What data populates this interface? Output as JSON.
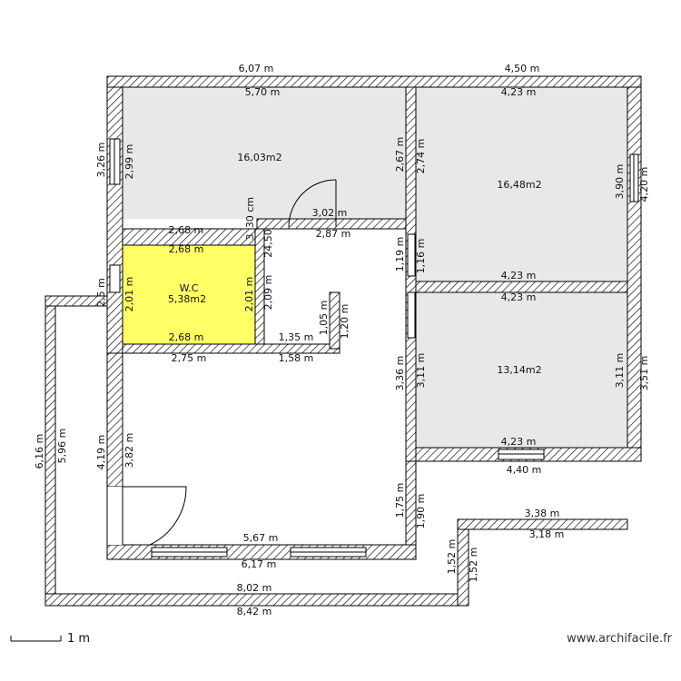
{
  "rooms": {
    "top_left": {
      "area": "16,03m2"
    },
    "top_right": {
      "area": "16,48m2"
    },
    "middle_right": {
      "area": "13,14m2"
    },
    "wc": {
      "name": "W.C",
      "area": "5,38m2",
      "fill": "#ffff66"
    }
  },
  "colors": {
    "room_fill": "#e8e8e8",
    "wall_line": "#000000"
  },
  "dimensions": {
    "top_outer_left": "6,07 m",
    "top_inner_left": "5,70 m",
    "top_outer_right": "4,50 m",
    "top_inner_right": "4,23 m",
    "left_outer_top": "3,26 m",
    "left_inner_top": "2,99 m",
    "mid_wall_left": "2,67 m",
    "mid_wall_right": "2,74 m",
    "right_inner_top": "3,90 m",
    "right_outer_top": "4,20 m",
    "corr_above_wc": "2,68 m",
    "wc_top": "2,68 m",
    "wc_bottom_inner": "2,68 m",
    "wc_left": "2,01 m",
    "wc_right": "2,01 m",
    "wc_outer_left": "2,5 m",
    "vert_30cm": "30 cm",
    "vert_3": "3",
    "vert_24_50": "24,50",
    "vert_2_09": "2,09 m",
    "corr_top": "3,02 m",
    "corr_below": "2,87 m",
    "vert_1_19": "1,19 m",
    "vert_1_16": "1,16 m",
    "bedroom_right_bottom_a": "4,23 m",
    "bedroom_right_bottom_b": "4,23 m",
    "vert_1_05": "1,05 m",
    "vert_1_20": "1,20 m",
    "horiz_1_35": "1,35 m",
    "horiz_1_58": "1,58 m",
    "horiz_2_75": "2,75 m",
    "vert_3_36": "3,36 m",
    "vert_3_11_a": "3,11 m",
    "vert_3_11_b": "3,11 m",
    "vert_3_51": "3,51 m",
    "room_bottom_inner": "4,23 m",
    "room_bottom_outer": "4,40 m",
    "living_left_outer": "4,19 m",
    "living_left_inner": "3,82 m",
    "terrace_left_a": "6,16 m",
    "terrace_left_b": "5,96 m",
    "vert_1_75": "1,75 m",
    "vert_1_90": "1,90 m",
    "living_bottom_inner": "5,67 m",
    "living_bottom_outer": "6,17 m",
    "terrace_right_top": "3,38 m",
    "terrace_right_inner": "3,18 m",
    "terrace_step_a": "1,52 m",
    "terrace_step_b": "1,52 m",
    "terrace_bottom_inner": "8,02 m",
    "terrace_bottom_outer": "8,42 m"
  },
  "scale_label": "1 m",
  "watermark": "www.archifacile.fr"
}
